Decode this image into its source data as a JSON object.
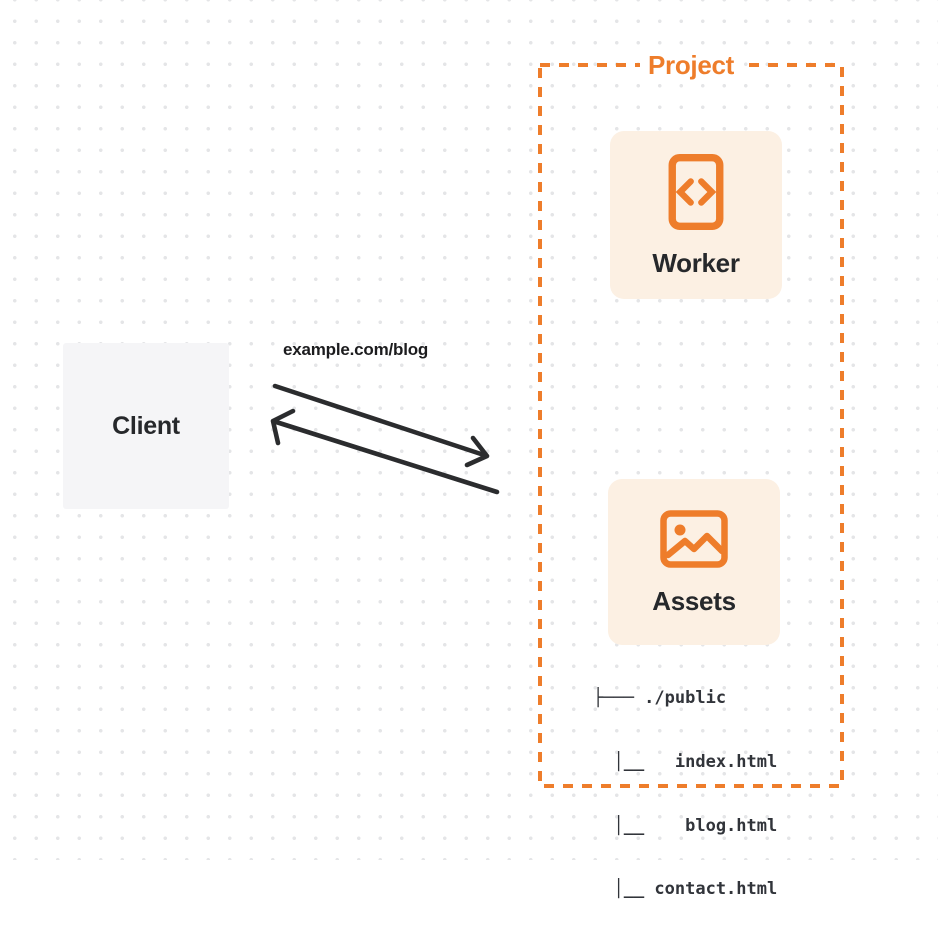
{
  "client": {
    "label": "Client"
  },
  "request": {
    "label": "example.com/blog"
  },
  "project": {
    "title": "Project",
    "worker": {
      "label": "Worker",
      "icon": "code-brackets-icon"
    },
    "assets": {
      "label": "Assets",
      "icon": "image-icon",
      "tree": [
        "├─── ./public",
        "  │__   index.html",
        "  │__    blog.html",
        "  │__ contact.html"
      ]
    }
  },
  "arrows": [
    {
      "name": "request-arrow",
      "from": "client",
      "to": "project"
    },
    {
      "name": "response-arrow",
      "from": "project",
      "to": "client"
    }
  ],
  "colors": {
    "accent_orange": "#ee7d2b",
    "card_background": "#fcf0e3",
    "client_background": "#f5f5f7",
    "text_dark": "#26282b",
    "arrow": "#2b2c2e",
    "grid_dot": "#e4e5e7"
  }
}
